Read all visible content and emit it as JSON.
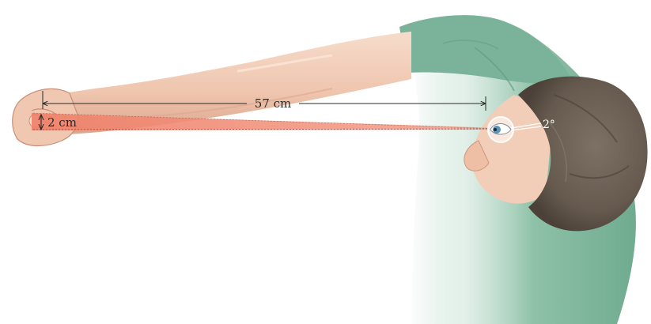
{
  "labels": {
    "distance": "57 cm",
    "size": "2 cm",
    "angle": "2°"
  },
  "colors": {
    "background": "#ffffff",
    "skin": "#f2cdb8",
    "skin_shadow": "#dba78f",
    "shirt": "#7cb49a",
    "shirt_dark": "#5f9a80",
    "hair": "#6e6155",
    "hair_dark": "#4b4138",
    "beam": "#f08a74",
    "measure_line": "#2a2a2a"
  }
}
